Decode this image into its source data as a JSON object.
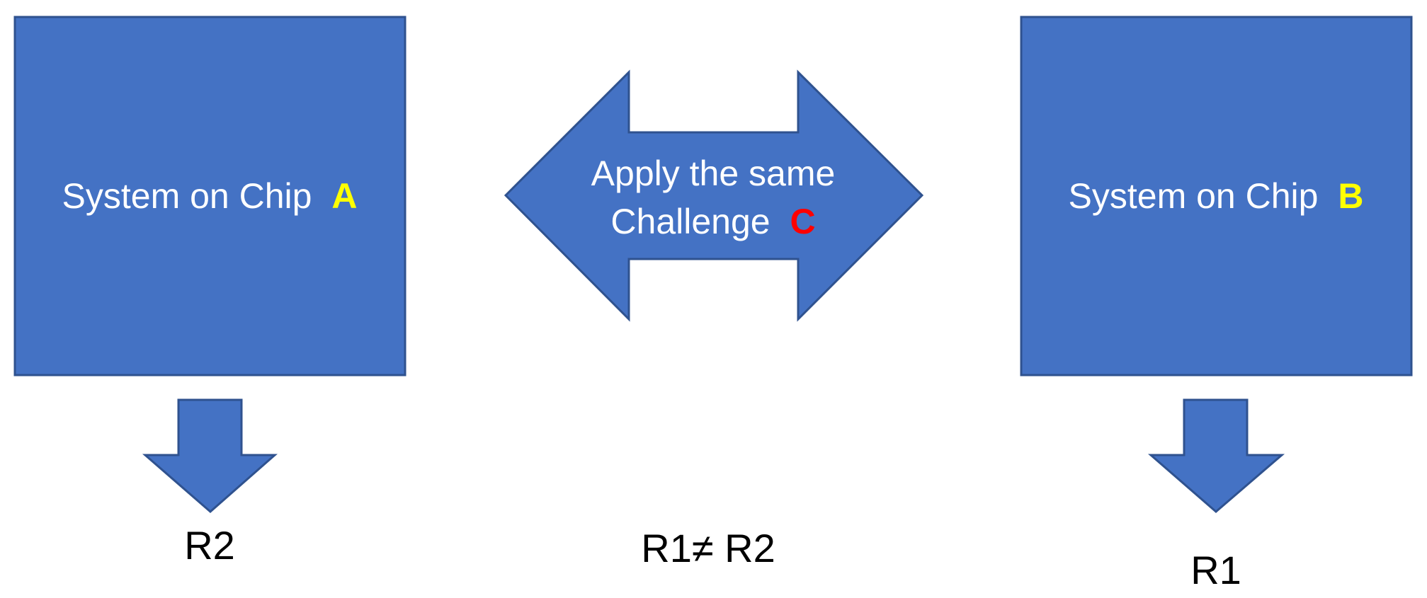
{
  "colors": {
    "shape_fill": "#4472C4",
    "shape_stroke": "#2F528F",
    "label_text": "#FFFFFF",
    "chip_letter": "#FFFF00",
    "challenge_letter": "#FF0000",
    "result_text": "#000000"
  },
  "chip_a": {
    "label": "System on Chip",
    "letter": "A"
  },
  "chip_b": {
    "label": "System on Chip",
    "letter": "B"
  },
  "challenge": {
    "line1": "Apply the same",
    "line2_text": "Challenge",
    "line2_letter": "C"
  },
  "results": {
    "chip_a_response": "R2",
    "chip_b_response": "R1",
    "comparison": "R1≠ R2"
  }
}
